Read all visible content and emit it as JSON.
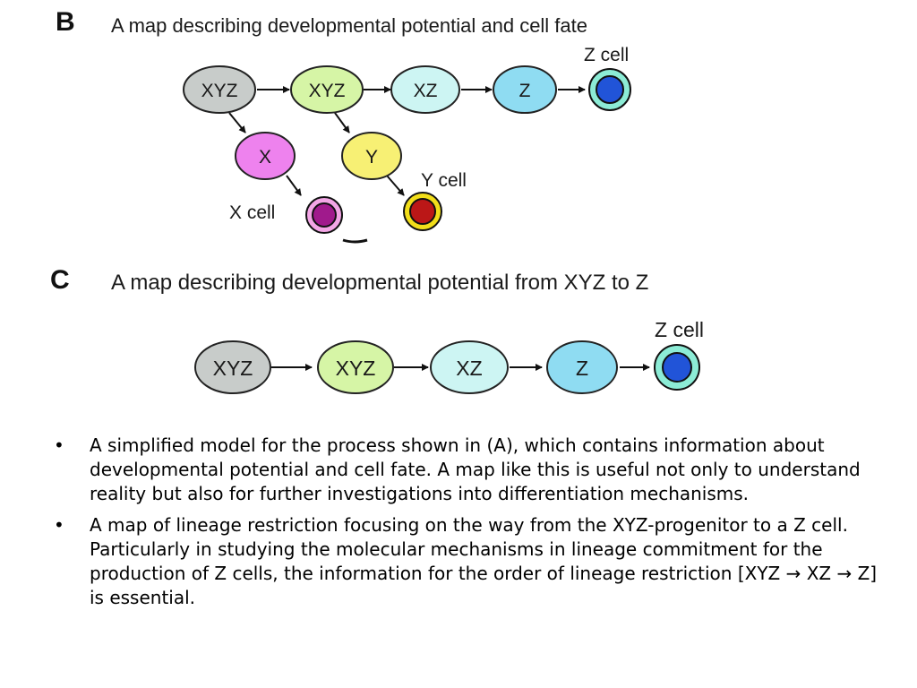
{
  "panel_b": {
    "label": "B",
    "title": "A map describing developmental potential and cell fate",
    "nodes": {
      "xyz1": "XYZ",
      "xyz2": "XYZ",
      "xz": "XZ",
      "z": "Z",
      "x": "X",
      "y": "Y"
    },
    "cell_labels": {
      "z_cell": "Z cell",
      "x_cell": "X cell",
      "y_cell": "Y cell"
    }
  },
  "panel_c": {
    "label": "C",
    "title": "A map describing developmental potential from XYZ to Z",
    "nodes": {
      "xyz1": "XYZ",
      "xyz2": "XYZ",
      "xz": "XZ",
      "z": "Z"
    },
    "cell_labels": {
      "z_cell": "Z cell"
    }
  },
  "colors": {
    "xyz1_fill": "#c8ccca",
    "xyz2_fill": "#d6f5a6",
    "xz_fill": "#cdf5f3",
    "z_fill": "#8fdcf2",
    "x_fill": "#ee82ee",
    "y_fill": "#f7f074",
    "z_cell_inner": "#2154d8",
    "z_cell_ring": "#8cecd6",
    "x_cell_inner": "#a01a8c",
    "x_cell_ring": "#f3a6e6",
    "y_cell_inner": "#bb1717",
    "y_cell_ring": "#f2de1a"
  },
  "bullets": {
    "marker": "•",
    "items": [
      "A simplified model for the process shown in (A), which contains information about developmental potential and cell fate. A map like this is useful not only to understand reality but also for further investigations into differentiation mechanisms.",
      "A map of lineage restriction focusing on the way from the XYZ-progenitor to a Z cell. Particularly in studying the molecular mechanisms in lineage commitment for the production of Z cells, the information for the order of lineage restriction [XYZ → XZ → Z] is essential."
    ]
  }
}
